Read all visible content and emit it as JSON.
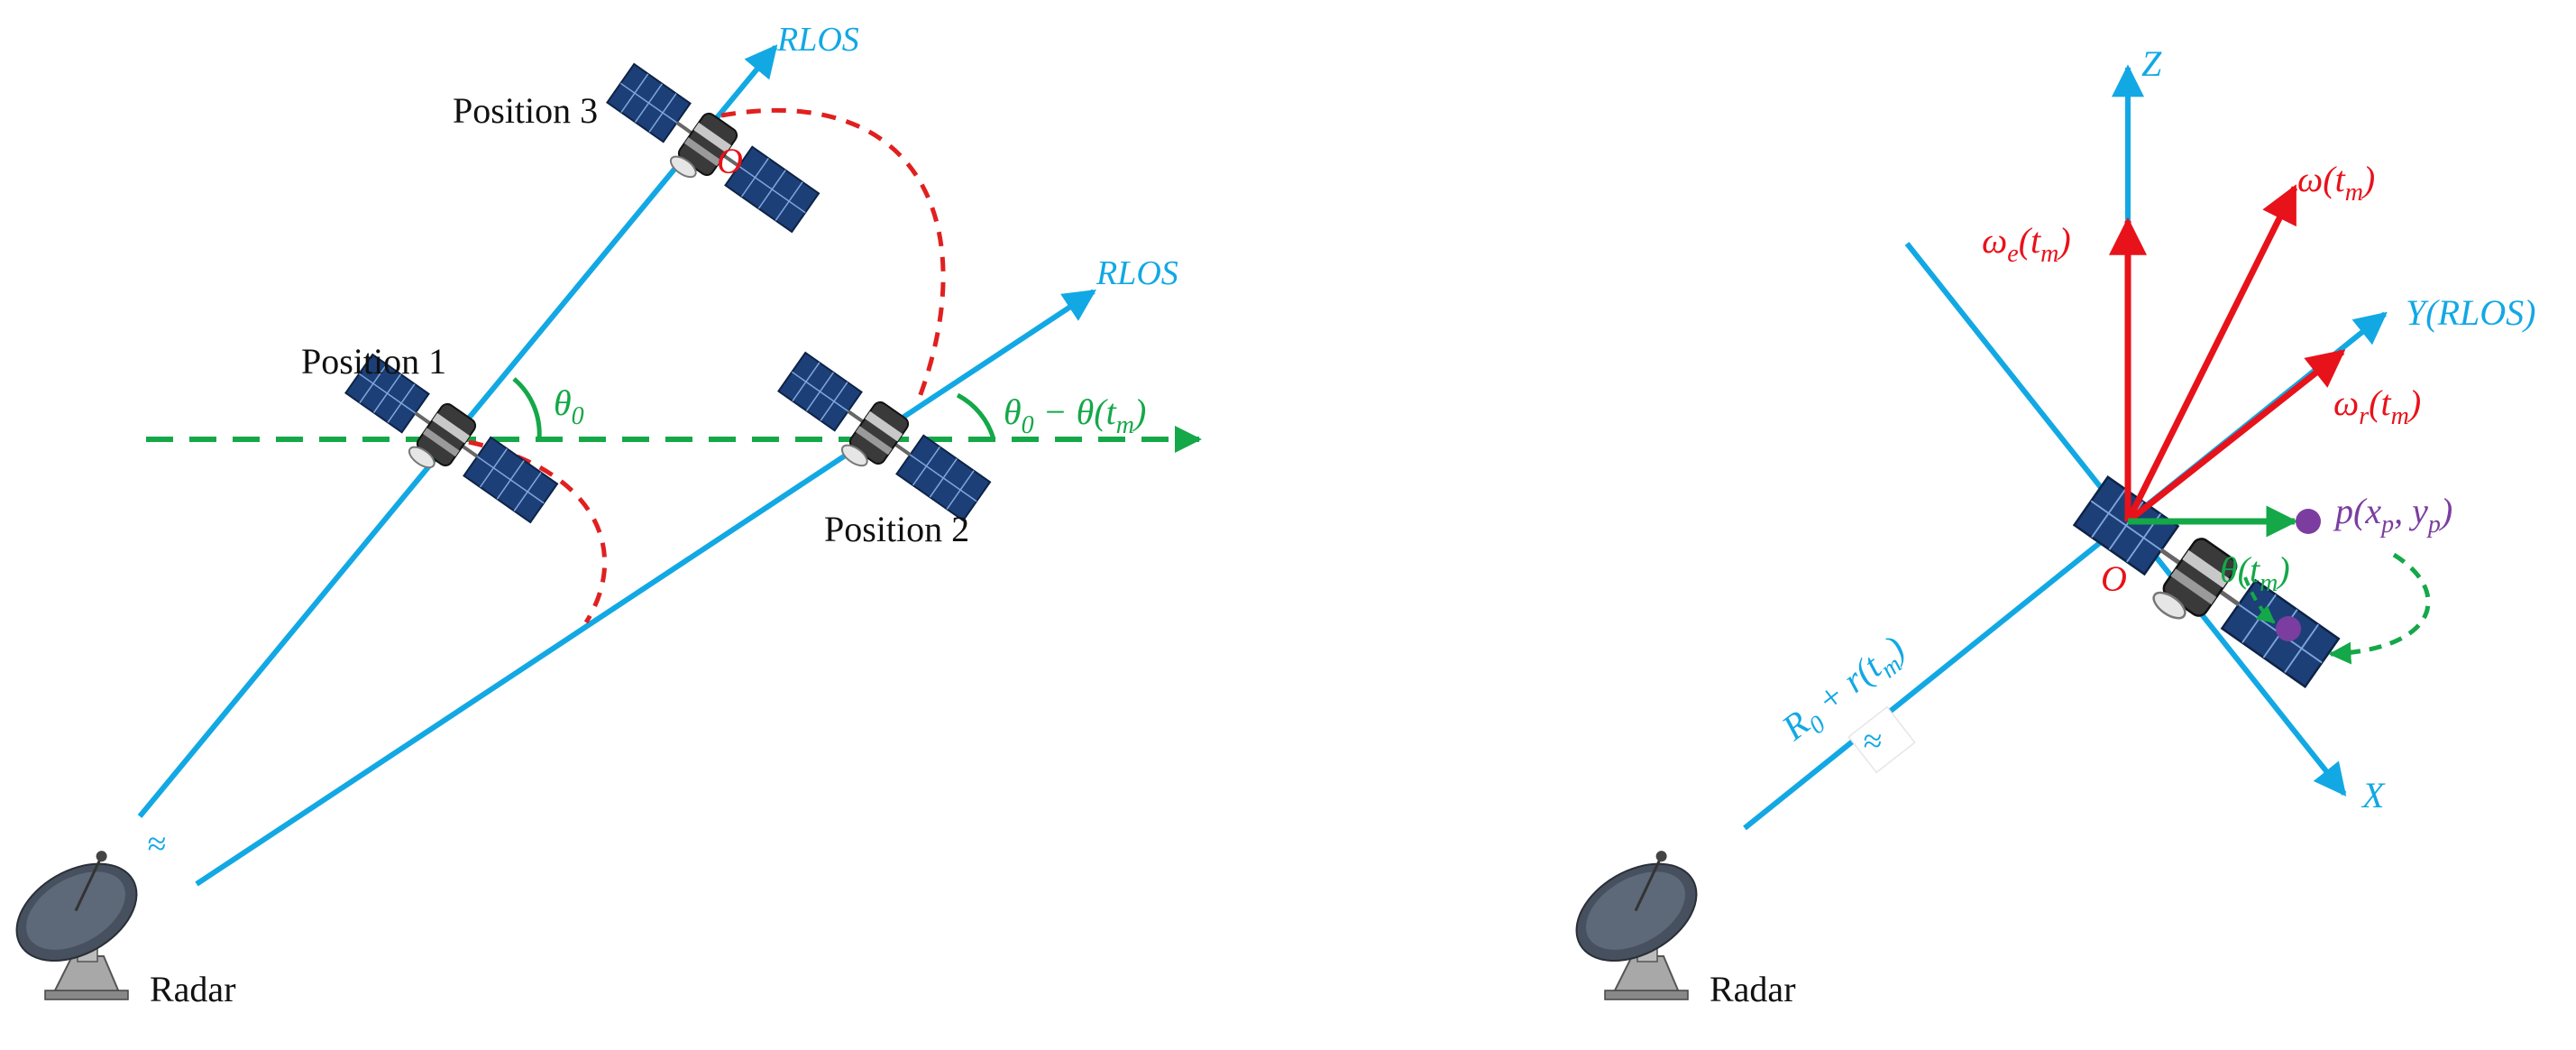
{
  "colors": {
    "los_blue": "#12a8e4",
    "arrow_red": "#e8121a",
    "dash_red": "#e02020",
    "angle_green": "#14a848",
    "point_purple": "#7b3ea0",
    "text_black": "#111111"
  },
  "left": {
    "labels": {
      "rlos_1": "RLOS",
      "rlos_2": "RLOS",
      "position_1": "Position 1",
      "position_2": "Position 2",
      "position_3": "Position 3",
      "origin": "O",
      "radar": "Radar",
      "break_mark": "≈"
    },
    "angles": {
      "theta0": {
        "main": "θ",
        "sub": "0"
      },
      "theta_diff": {
        "a": "θ",
        "a_sub": "0",
        "op": " − θ(t",
        "t_sub": "m",
        "close": ")"
      }
    }
  },
  "right": {
    "axes": {
      "z": "Z",
      "y": "Y(RLOS)",
      "x": "X",
      "origin": "O"
    },
    "vectors": {
      "omega": {
        "main": "ω(t",
        "sub": "m",
        "close": ")"
      },
      "omega_e": {
        "main": "ω",
        "sub": "e",
        "mid": "(t",
        "sub2": "m",
        "close": ")"
      },
      "omega_r": {
        "main": "ω",
        "sub": "r",
        "mid": "(t",
        "sub2": "m",
        "close": ")"
      }
    },
    "point": {
      "main": "p(x",
      "sub": "p",
      "mid": ", y",
      "sub2": "p",
      "close": ")"
    },
    "angle": {
      "main": "θ(t",
      "sub": "m",
      "close": ")"
    },
    "range": {
      "main": "R",
      "sub": "0",
      "mid": " + r(t",
      "sub2": "m",
      "close": ")"
    },
    "radar": "Radar",
    "break_mark": "≈"
  },
  "icons": [
    "satellite-icon",
    "radar-dish-icon"
  ]
}
